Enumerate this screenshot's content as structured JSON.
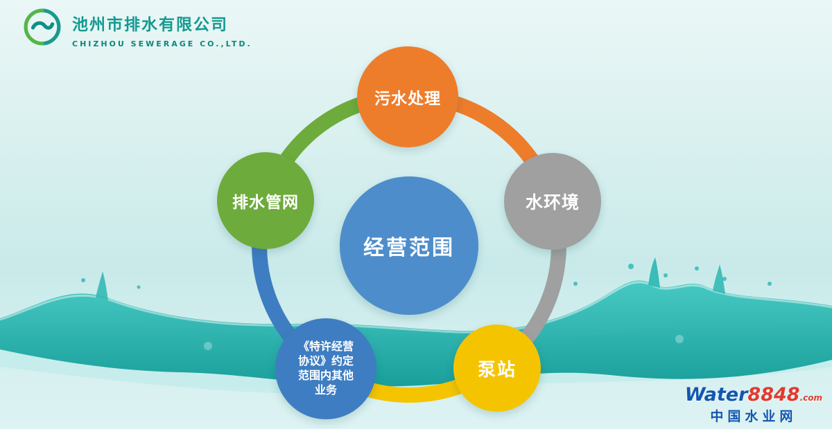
{
  "header": {
    "company_name_zh": "池州市排水有限公司",
    "company_name_en": "CHIZHOU SEWERAGE CO.,LTD."
  },
  "diagram": {
    "center": {
      "label": "经营范围",
      "color": "#4d8dcb"
    },
    "nodes": [
      {
        "id": "sewage-treatment",
        "label": "污水处理",
        "color": "#ed7d2b"
      },
      {
        "id": "water-environment",
        "label": "水环境",
        "color": "#a0a0a0"
      },
      {
        "id": "pump-station",
        "label": "泵站",
        "color": "#f5c400"
      },
      {
        "id": "other-business",
        "label": "《特许经营协议》约定范围内其他业务",
        "lines": [
          "《特许经营",
          "协议》约定",
          "范围内其他",
          "业务"
        ],
        "color": "#3e7dc1"
      },
      {
        "id": "drainage-network",
        "label": "排水管网",
        "color": "#6dab3c"
      }
    ]
  },
  "watermark": {
    "brand_water": "Water",
    "brand_8848": "8848",
    "brand_com": ".com",
    "site_name": "中国水业网"
  }
}
